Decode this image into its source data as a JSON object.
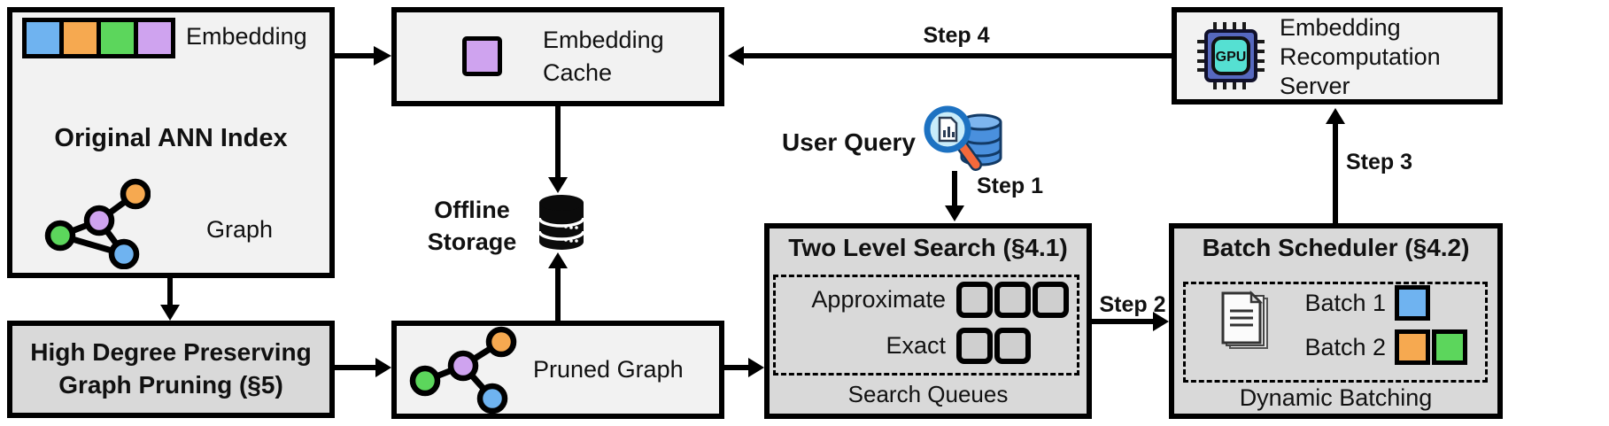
{
  "colors": {
    "node_blue": "#6fb3f0",
    "node_orange": "#f6a950",
    "node_green": "#5cd65c",
    "node_purple": "#cfa3ef",
    "box_light": "#f2f2f2",
    "box_gray": "#d9d9d9",
    "queue_slot": "#cfcfcf",
    "gpu_chip_body": "#5668bf",
    "gpu_chip_core": "#55e0d2",
    "query_db_blue": "#4a90dd",
    "magnifier_handle_orange": "#f4693b"
  },
  "ann_index": {
    "title": "Original ANN Index",
    "embedding_label": "Embedding",
    "embedding_cells": [
      "blue",
      "orange",
      "green",
      "purple"
    ],
    "graph_label": "Graph",
    "graph_nodes": [
      "orange",
      "purple",
      "green",
      "blue"
    ]
  },
  "cache": {
    "label": "Embedding Cache"
  },
  "storage": {
    "label": "Offline Storage"
  },
  "server": {
    "label": "Embedding Recomputation Server",
    "chip": "GPU"
  },
  "pruning": {
    "label": "High Degree Preserving Graph Pruning (§5)"
  },
  "pruned": {
    "label": "Pruned Graph",
    "graph_nodes": [
      "orange",
      "purple",
      "green",
      "blue"
    ]
  },
  "query": {
    "label": "User Query"
  },
  "tls": {
    "title": "Two Level Search (§4.1)",
    "approx_label": "Approximate",
    "approx_slots": 3,
    "exact_label": "Exact",
    "exact_slots": 2,
    "caption": "Search Queues"
  },
  "batcher": {
    "title": "Batch Scheduler (§4.2)",
    "batch1_label": "Batch 1",
    "batch1_colors": [
      "blue"
    ],
    "batch2_label": "Batch 2",
    "batch2_colors": [
      "orange",
      "green"
    ],
    "caption": "Dynamic Batching"
  },
  "steps": {
    "s1": "Step 1",
    "s2": "Step 2",
    "s3": "Step 3",
    "s4": "Step 4"
  }
}
